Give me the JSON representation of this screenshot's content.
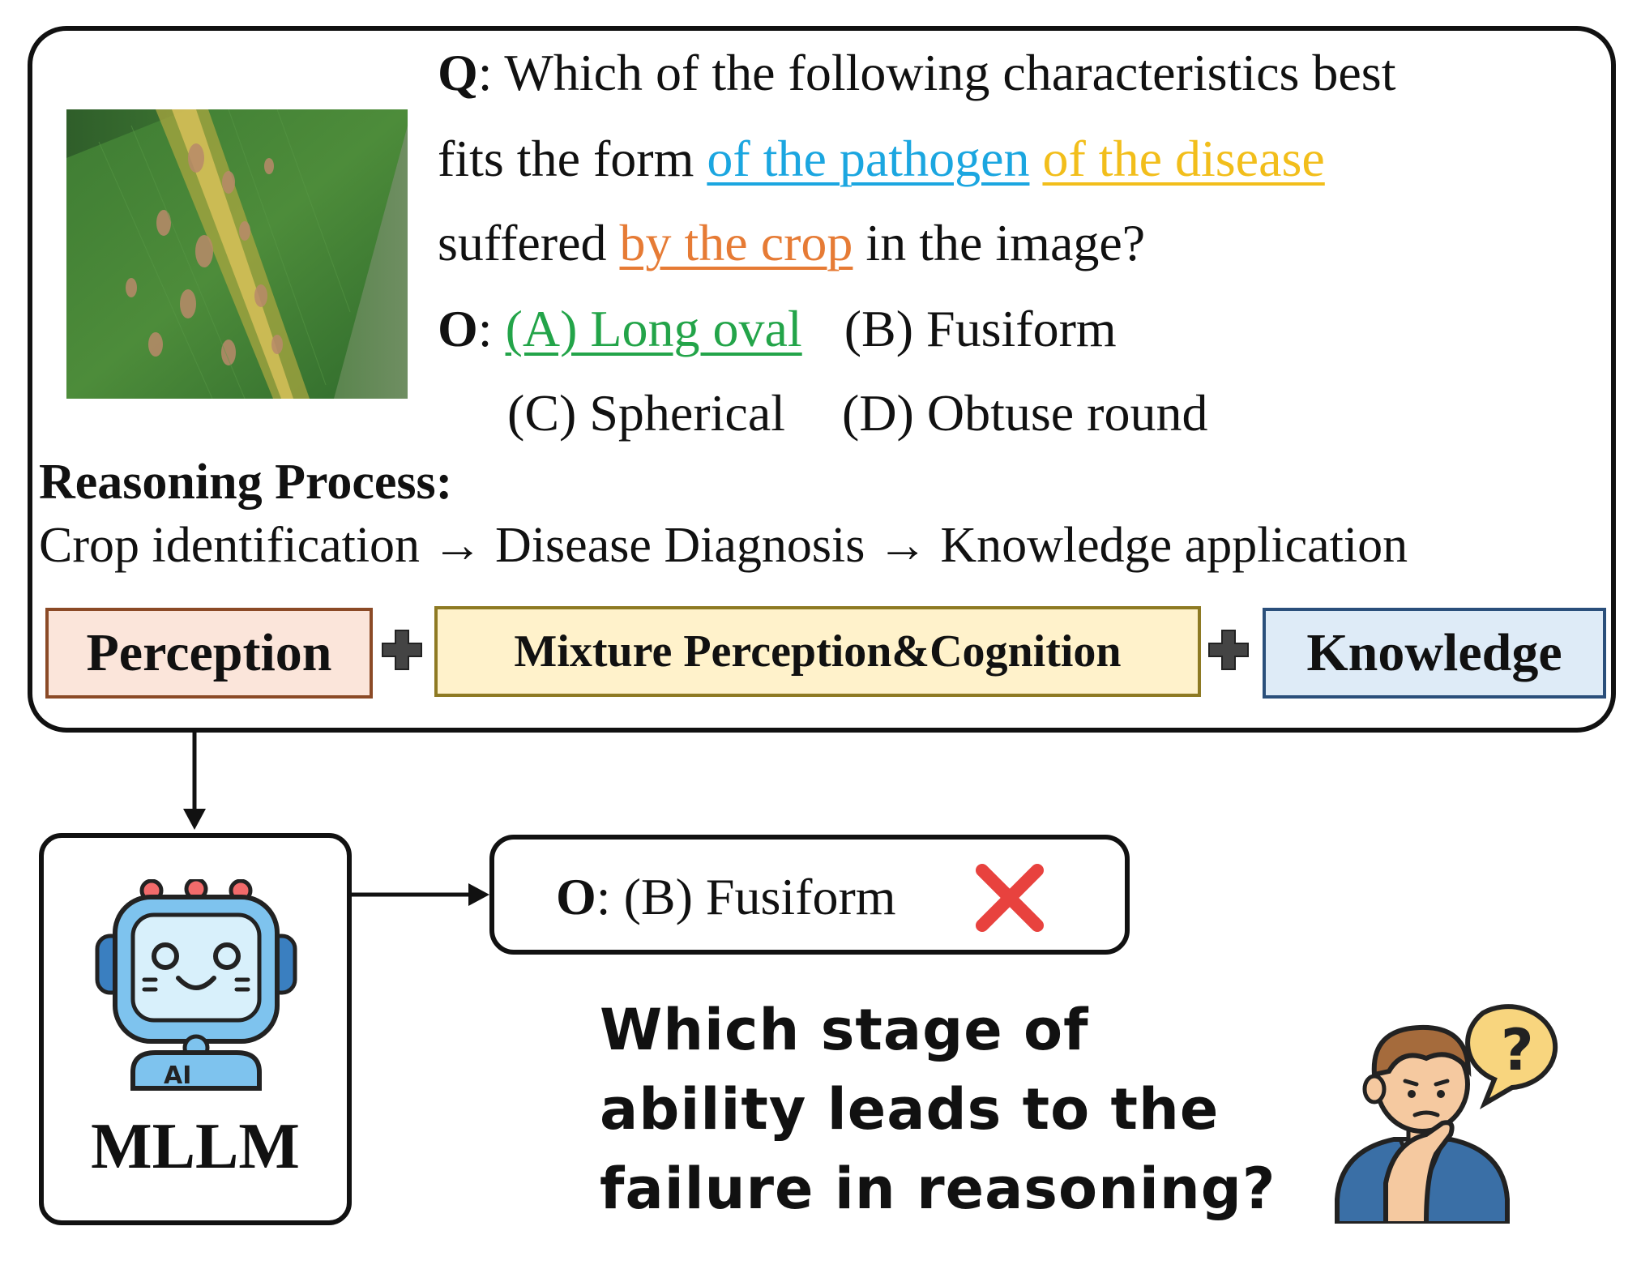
{
  "question": {
    "q_label": "Q",
    "line1_rest": ": Which of the following characteristics best",
    "line2_prefix": "fits the form ",
    "line2_blue": "of the pathogen",
    "line2_space": " ",
    "line2_yellow": "of the disease",
    "line3_prefix": "suffered ",
    "line3_orange": "by the crop",
    "line3_suffix": " in the image?"
  },
  "options": {
    "o_label": "O",
    "colon": ": ",
    "a": "(A) Long oval",
    "b": "(B) Fusiform",
    "c": "(C) Spherical",
    "d": "(D) Obtuse round"
  },
  "reasoning": {
    "title": "Reasoning Process:",
    "chain": "Crop identification → Disease Diagnosis → Knowledge application"
  },
  "stages": {
    "perception": "Perception",
    "mixture": "Mixture Perception&Cognition",
    "knowledge": "Knowledge"
  },
  "model": {
    "label": "MLLM",
    "chest_text": "AI"
  },
  "answer": {
    "o_label": "O",
    "text": ": (B) Fusiform"
  },
  "failure_question": "Which stage of ability leads to the failure in reasoning?",
  "thinker_bubble": "?",
  "colors": {
    "blue": "#1BA6E0",
    "yellow": "#F2BE1B",
    "orange": "#E67B35",
    "green": "#23A449",
    "wrong": "#E8423E"
  }
}
